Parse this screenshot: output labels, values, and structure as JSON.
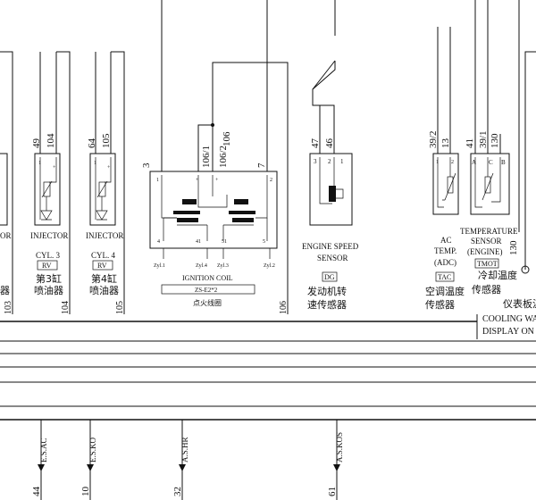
{
  "wires": {
    "w49": "49",
    "w104": "104",
    "w64": "64",
    "w105": "105",
    "w3": "3",
    "w7": "7",
    "w106": "106",
    "w106_1": "106/1",
    "w106_2": "106/2",
    "w47": "47",
    "w46": "46",
    "w39_2": "39/2",
    "w13": "13",
    "w41": "41",
    "w39_1": "39/1",
    "w130": "130",
    "b103": "103",
    "b104": "104",
    "b105": "105",
    "b106": "106",
    "b130": "130"
  },
  "components": {
    "inj_left_partial": {
      "label": "OR",
      "cn_partial": "器"
    },
    "inj3": {
      "label": "INJECTOR",
      "cyl": "CYL. 3",
      "code": "RV",
      "cn": "第3缸",
      "cn2": "喷油器",
      "pins": [
        "1",
        "+"
      ]
    },
    "inj4": {
      "label": "INJECTOR",
      "cyl": "CYL. 4",
      "code": "RV",
      "cn": "第4缸",
      "cn2": "喷油器",
      "pins": [
        "1",
        "+"
      ]
    },
    "ignition_coil": {
      "label": "IGNITION COIL",
      "code": "ZS-E2*2",
      "cn": "点火线圈",
      "top_pins": [
        "1",
        "+",
        "+",
        "2"
      ],
      "bottom_pins": [
        "4",
        "41",
        "51",
        "5"
      ],
      "outputs": [
        "Zyl.1",
        "Zyl.4",
        "Zyl.3",
        "Zyl.2"
      ]
    },
    "engine_speed_sensor": {
      "label_1": "ENGINE SPEED",
      "label_2": "SENSOR",
      "code": "DG",
      "cn_1": "发动机转",
      "cn_2": "速传感器",
      "pins": [
        "3",
        "2",
        "1"
      ]
    },
    "ac_temp_sensor": {
      "label_1": "AC",
      "label_2": "TEMP.",
      "label_3": "(ADC)",
      "code": "TAC",
      "cn_1": "空调温度",
      "cn_2": "传感器",
      "pins": [
        "1",
        "2"
      ]
    },
    "coolant_temp_sensor": {
      "label_1": "TEMPERATURE",
      "label_2": "SENSOR",
      "label_3": "(ENGINE)",
      "code": "TMOT",
      "cn_1": "冷却温度",
      "cn_2": "传感器",
      "pins": [
        "A",
        "C",
        "B"
      ]
    },
    "display_partial": {
      "cn": "仪表板温",
      "en_1": "COOLING WA",
      "en_2": "DISPLAY ON"
    }
  },
  "bottom_signals": [
    {
      "name": "E.S.AC",
      "number": "44"
    },
    {
      "name": "E.S.KO",
      "number": "10"
    },
    {
      "name": "A.S.HR",
      "number": "32"
    },
    {
      "name": "A.S.KOS",
      "number": "61"
    }
  ]
}
